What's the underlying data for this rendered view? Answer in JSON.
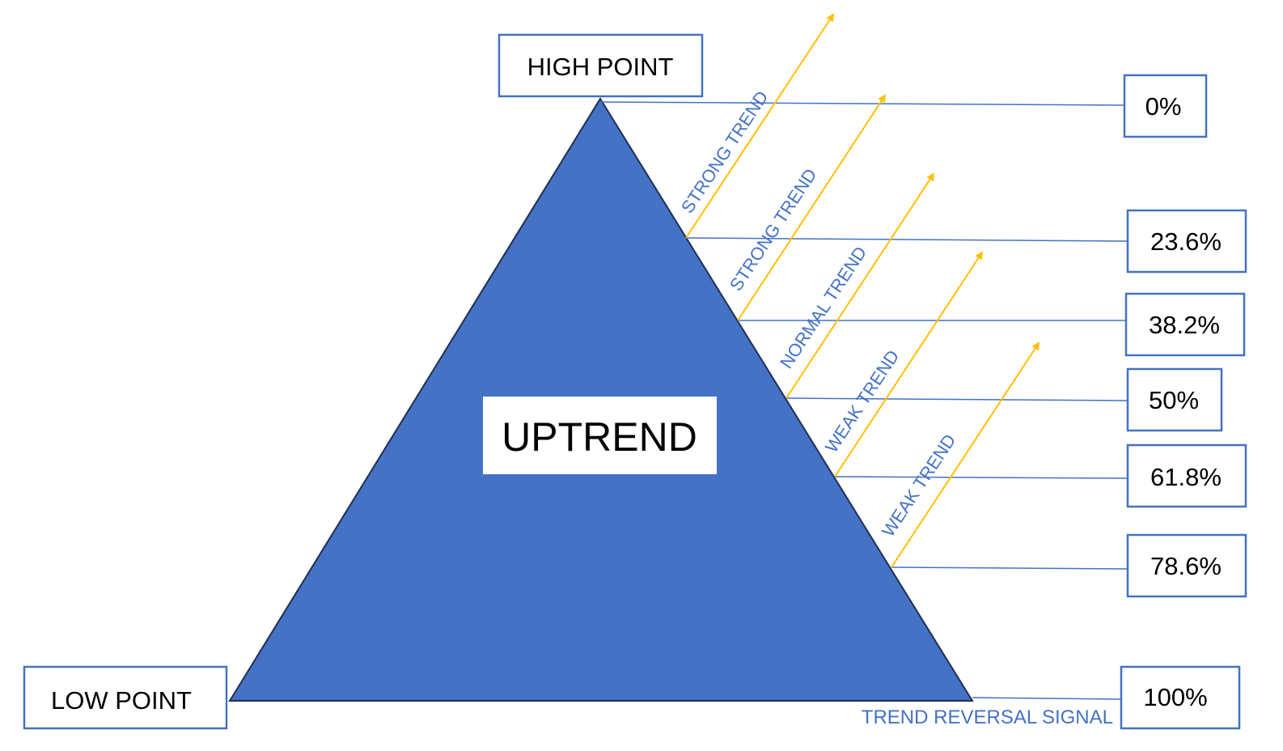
{
  "title": "UPTREND",
  "high_point_label": "HIGH POINT",
  "low_point_label": "LOW POINT",
  "levels": [
    "0%",
    "23.6%",
    "38.2%",
    "50%",
    "61.8%",
    "78.6%",
    "100%"
  ],
  "trend_labels": [
    "STRONG TREND",
    "STRONG TREND",
    "NORMAL TREND",
    "WEAK TREND",
    "WEAK TREND"
  ],
  "reversal_label": "TREND REVERSAL SIGNAL",
  "colors": {
    "triangle": "#4472c4",
    "box_border": "#4472c4",
    "arrow": "#ffc000",
    "label_blue": "#4472c4",
    "text": "#000000"
  }
}
